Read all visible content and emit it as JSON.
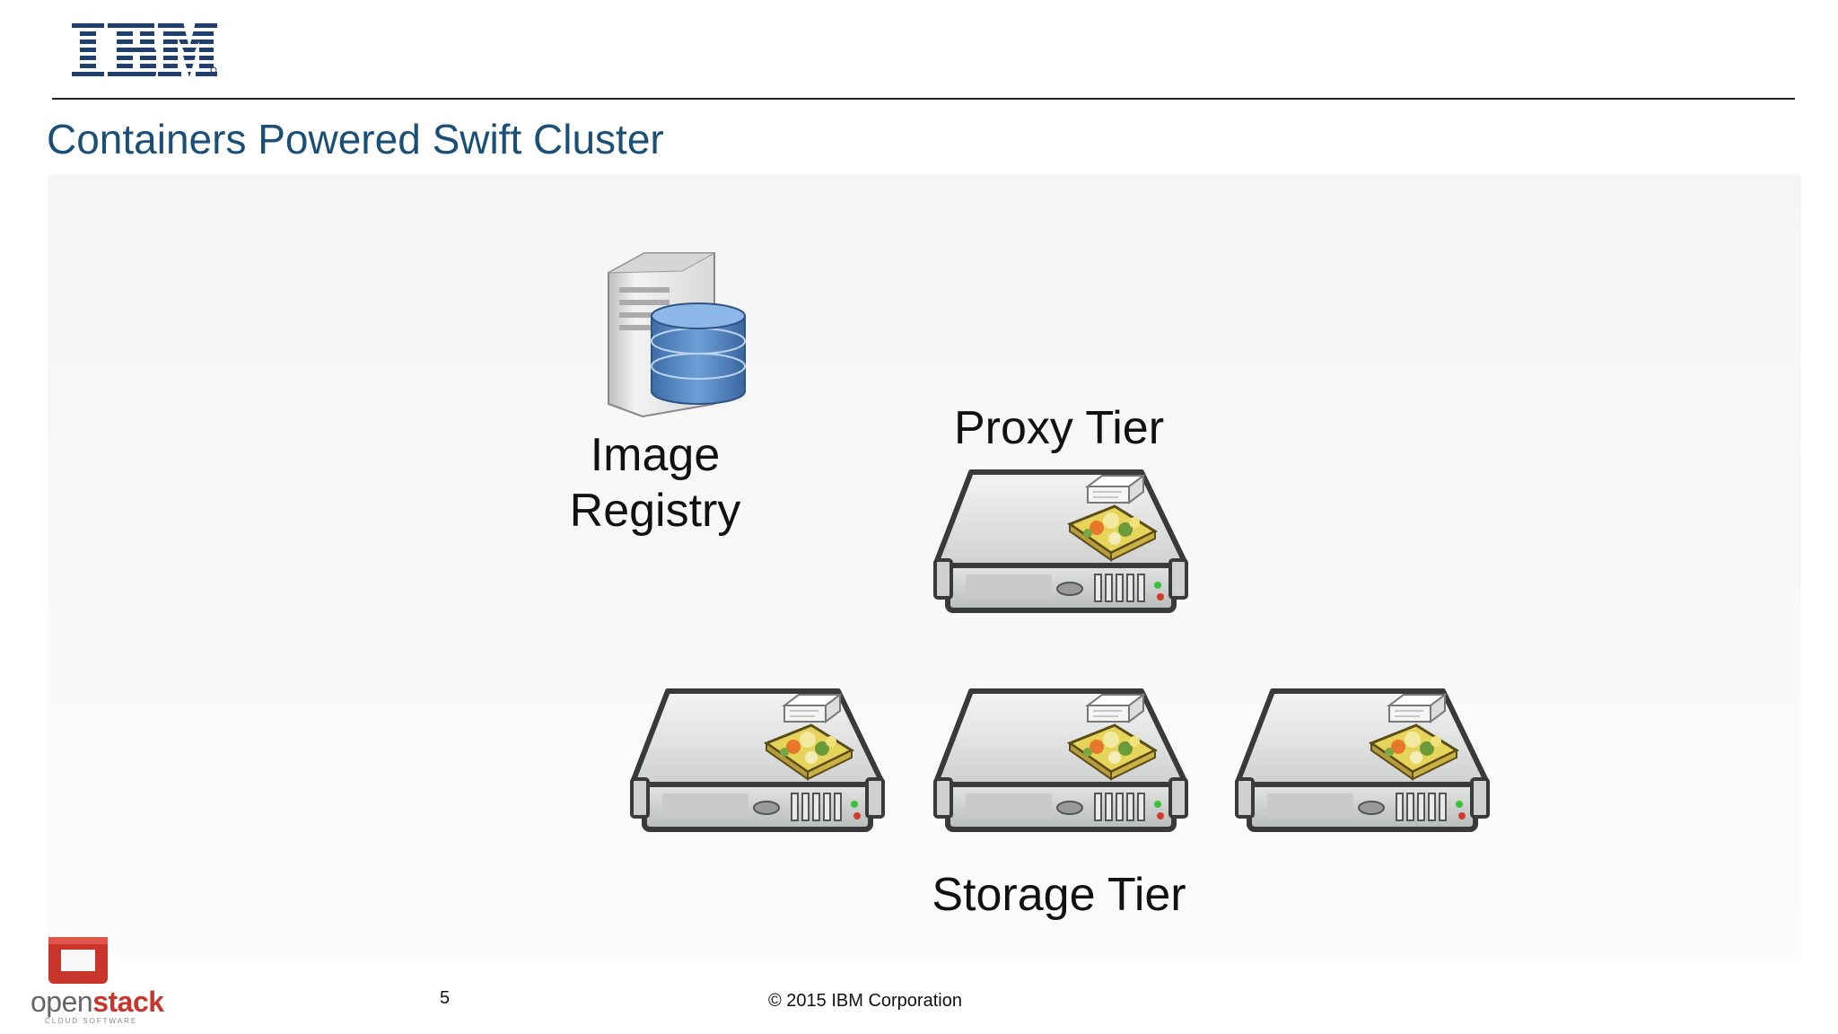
{
  "header": {
    "logo_text": "IBM",
    "title": "Containers Powered Swift Cluster"
  },
  "diagram": {
    "registry_label_line1": "Image",
    "registry_label_line2": "Registry",
    "proxy_label": "Proxy Tier",
    "storage_label": "Storage Tier"
  },
  "footer": {
    "page_number": "5",
    "copyright": "© 2015 IBM Corporation",
    "openstack_prefix": "open",
    "openstack_suffix": "stack",
    "openstack_sub": "CLOUD SOFTWARE"
  },
  "colors": {
    "title": "#1b4f78",
    "ibm_blue": "#1f3f6e",
    "openstack_red": "#c7352b"
  }
}
